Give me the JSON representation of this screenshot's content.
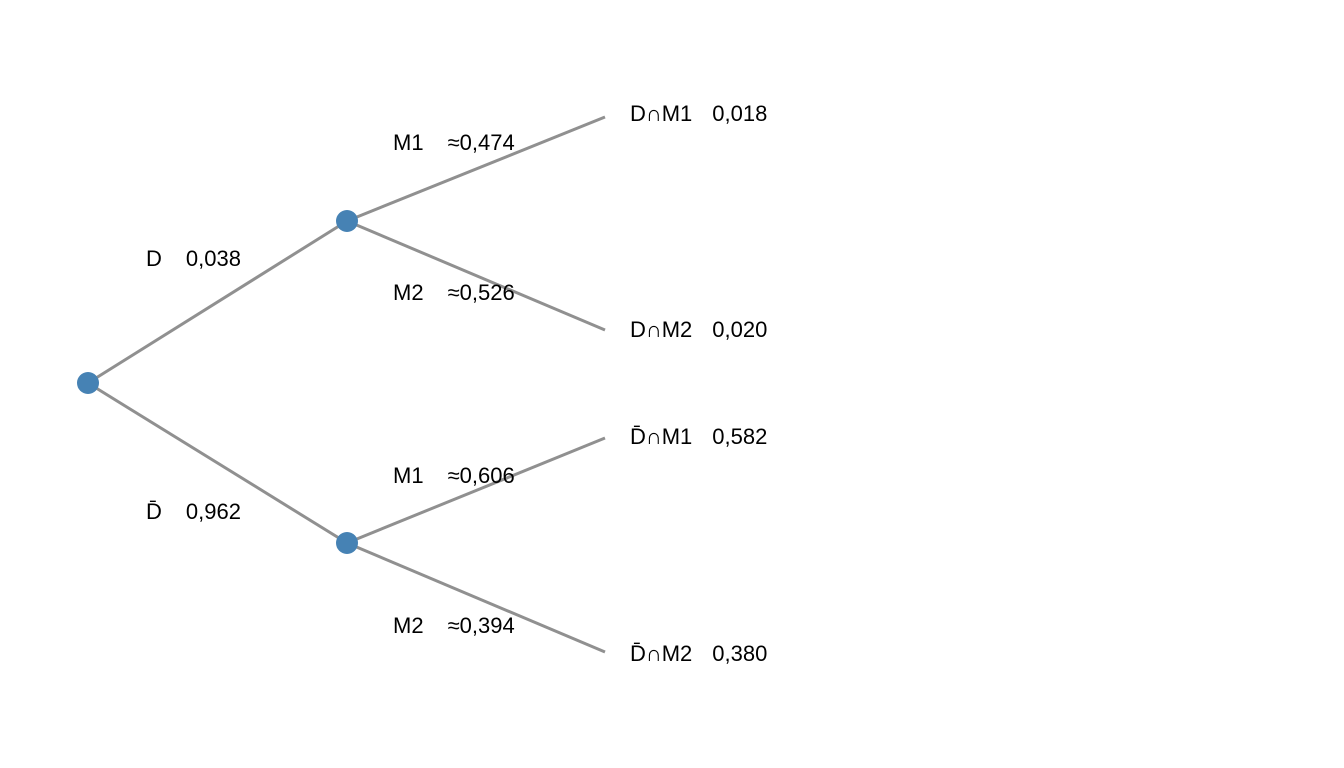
{
  "tree": {
    "branches_level1": [
      {
        "label": "D",
        "value": "0,038"
      },
      {
        "label": "D̄",
        "value": "0,962"
      }
    ],
    "branches_level2": [
      {
        "label": "M1",
        "value": "≈0,474"
      },
      {
        "label": "M2",
        "value": "≈0,526"
      },
      {
        "label": "M1",
        "value": "≈0,606"
      },
      {
        "label": "M2",
        "value": "≈0,394"
      }
    ],
    "outcomes": [
      {
        "label": "D∩M1",
        "value": "0,018"
      },
      {
        "label": "D∩M2",
        "value": "0,020"
      },
      {
        "label": "D̄∩M1",
        "value": "0,582"
      },
      {
        "label": "D̄∩M2",
        "value": "0,380"
      }
    ]
  },
  "colors": {
    "node": "#4682B4",
    "edge": "#909090",
    "text": "#000000",
    "background": "#FFFFFF"
  }
}
